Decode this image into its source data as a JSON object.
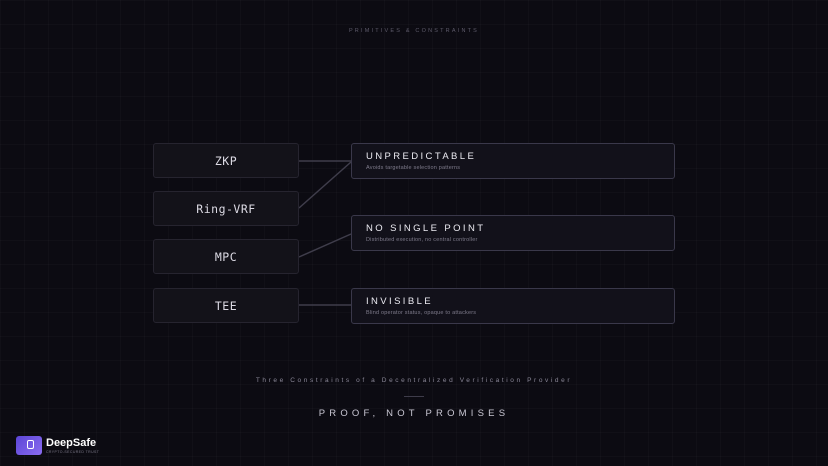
{
  "header": {
    "eyebrow": "PRIMITIVES & CONSTRAINTS"
  },
  "primitives": [
    {
      "label": "ZKP"
    },
    {
      "label": "Ring-VRF"
    },
    {
      "label": "MPC"
    },
    {
      "label": "TEE"
    }
  ],
  "constraints": [
    {
      "title": "UNPREDICTABLE",
      "description": "Avoids targetable selection patterns"
    },
    {
      "title": "NO SINGLE POINT",
      "description": "Distributed execution, no central controller"
    },
    {
      "title": "INVISIBLE",
      "description": "Blind operator status, opaque to attackers"
    }
  ],
  "footer": {
    "subtitle": "Three Constraints of a Decentralized Verification Provider",
    "tagline": "PROOF, NOT PROMISES"
  },
  "brand": {
    "name": "DeepSafe",
    "tagline": "CRYPTO-SECURED TRUST",
    "color": "#6b52e0"
  }
}
